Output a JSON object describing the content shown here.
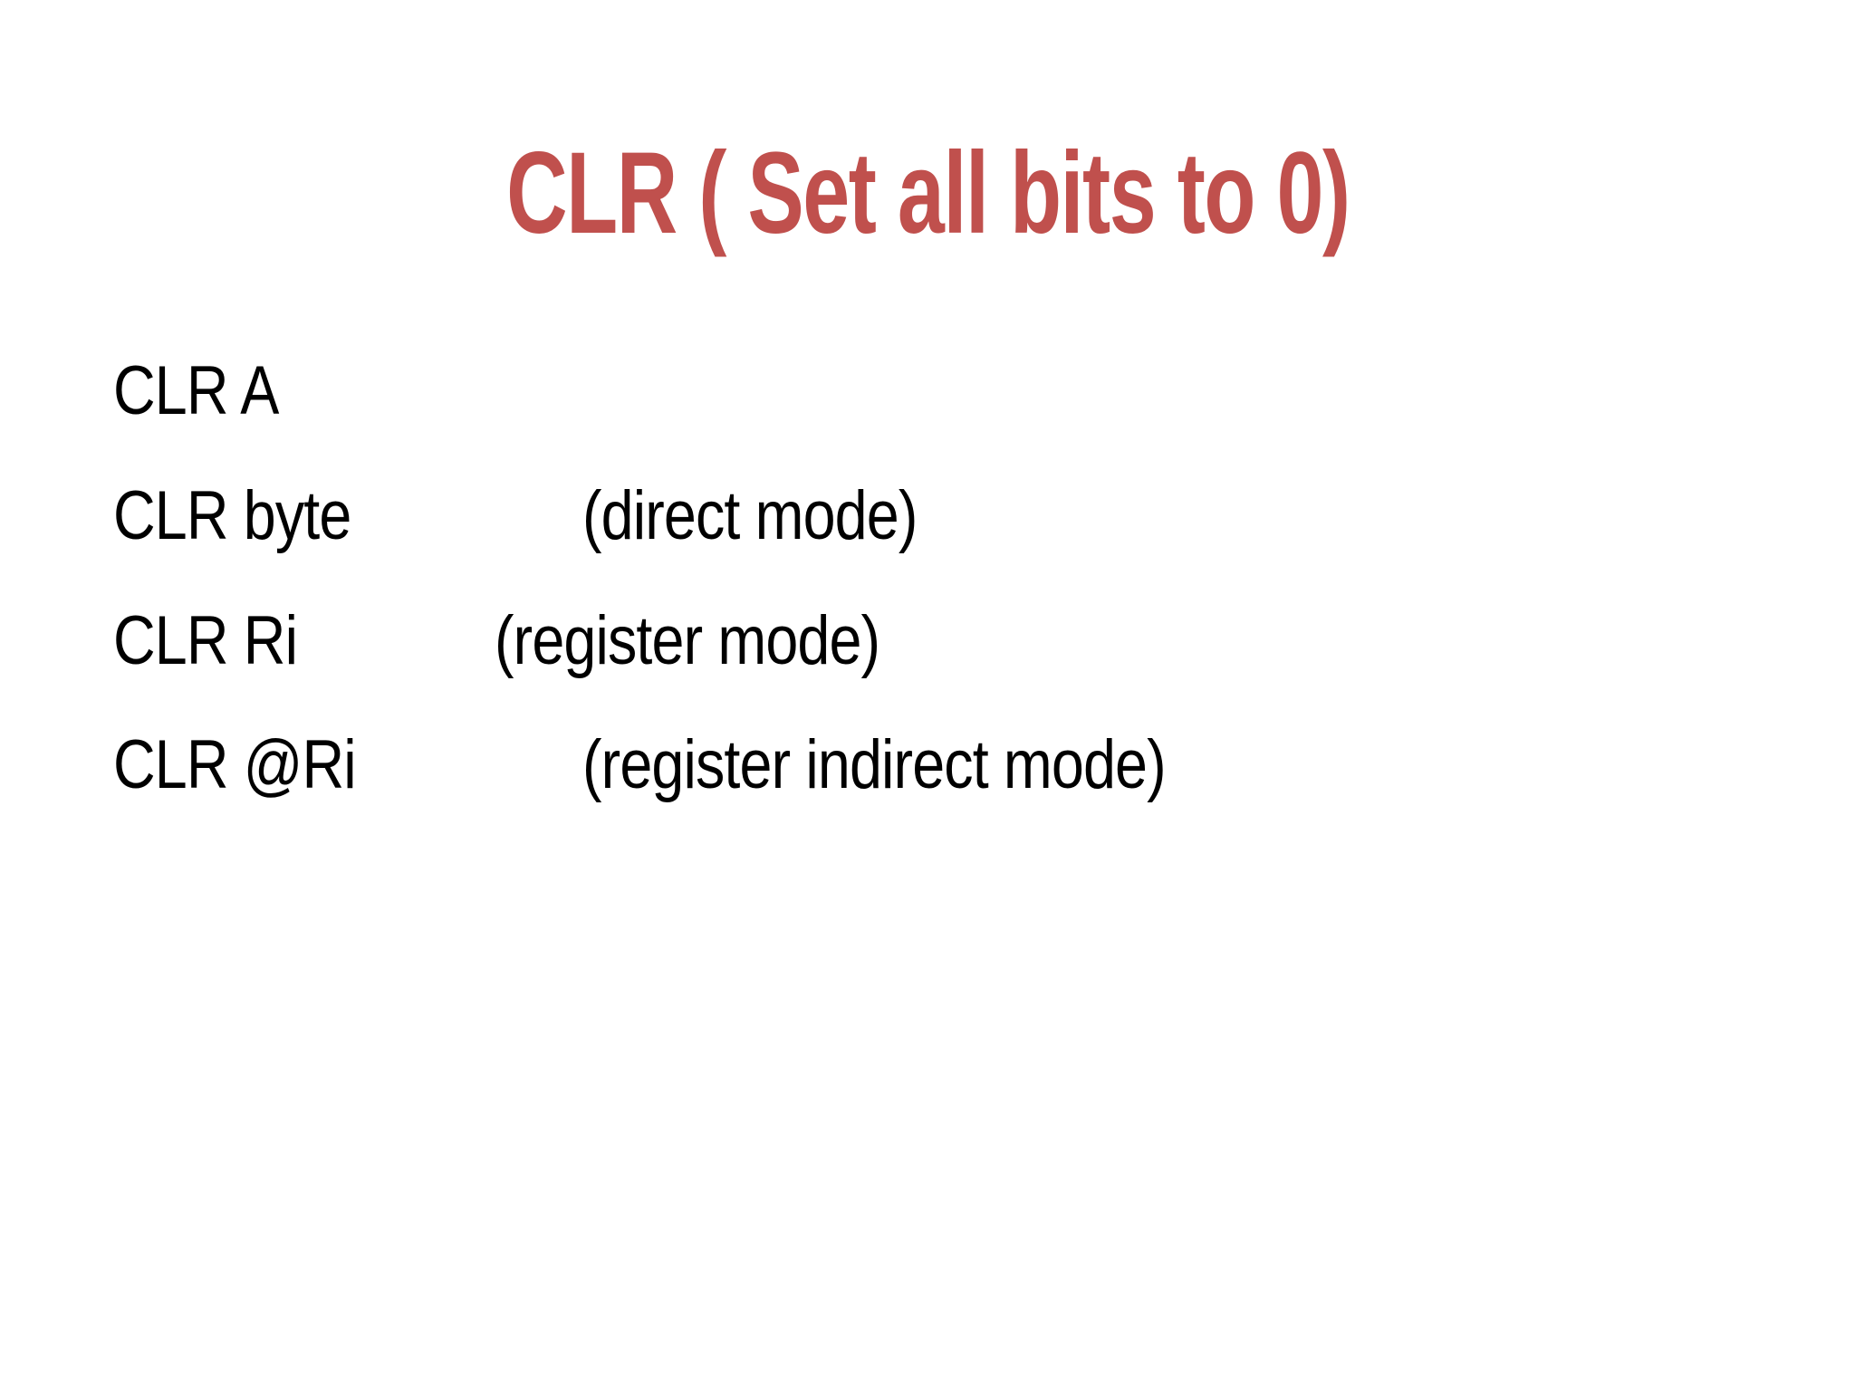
{
  "slide": {
    "title": "CLR ( Set all bits to 0)",
    "lines": [
      {
        "mnemonic": "CLR A",
        "annotation": ""
      },
      {
        "mnemonic": "CLR byte",
        "annotation": "(direct mode)"
      },
      {
        "mnemonic": "CLR Ri",
        "annotation": "(register mode)"
      },
      {
        "mnemonic": "CLR @Ri",
        "annotation": "(register indirect mode)"
      }
    ],
    "colors": {
      "title_text": "#c0504d",
      "body_text": "#000000",
      "background": "#ffffff"
    }
  }
}
